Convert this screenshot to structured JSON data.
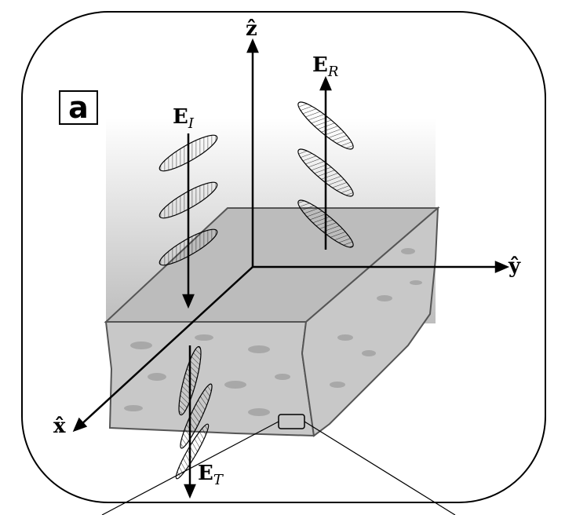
{
  "panel_label": "a",
  "axes": {
    "z": "ẑ",
    "y": "ŷ",
    "x": "x̂"
  },
  "fields": {
    "incident": {
      "base": "E",
      "sub": "I"
    },
    "reflected": {
      "base": "E",
      "sub": "R"
    },
    "transmitted": {
      "base": "E",
      "sub": "T"
    }
  },
  "colors": {
    "slab": "#c8c8c8",
    "edge": "#555555"
  }
}
